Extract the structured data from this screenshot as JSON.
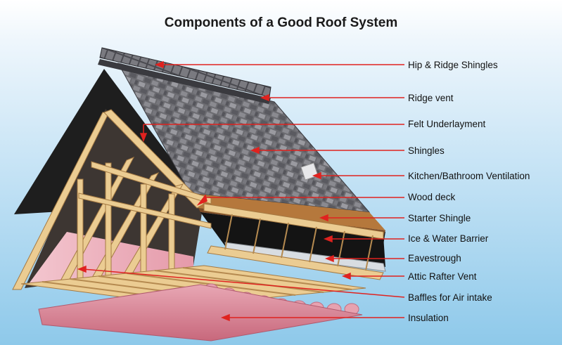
{
  "title": "Components of a Good Roof System",
  "colors": {
    "pointer": "#e0221f",
    "wood": "#e9c88d",
    "wood_edge": "#b88a4c",
    "shingle": "#6e6e74",
    "felt": "#1c1c1c",
    "insulation": "#d9899a"
  },
  "labels": [
    {
      "key": "hip-ridge-shingles",
      "text": "Hip & Ridge Shingles"
    },
    {
      "key": "ridge-vent",
      "text": "Ridge vent"
    },
    {
      "key": "felt-underlayment",
      "text": "Felt Underlayment"
    },
    {
      "key": "shingles",
      "text": "Shingles"
    },
    {
      "key": "kitchen-bathroom-ventilation",
      "text": "Kitchen/Bathroom Ventilation"
    },
    {
      "key": "wood-deck",
      "text": "Wood deck"
    },
    {
      "key": "starter-shingle",
      "text": "Starter Shingle"
    },
    {
      "key": "ice-water-barrier",
      "text": "Ice & Water Barrier"
    },
    {
      "key": "eavestrough",
      "text": "Eavestrough"
    },
    {
      "key": "attic-rafter-vent",
      "text": "Attic Rafter Vent"
    },
    {
      "key": "baffles-air-intake",
      "text": "Baffles for Air intake"
    },
    {
      "key": "insulation",
      "text": "Insulation"
    }
  ]
}
